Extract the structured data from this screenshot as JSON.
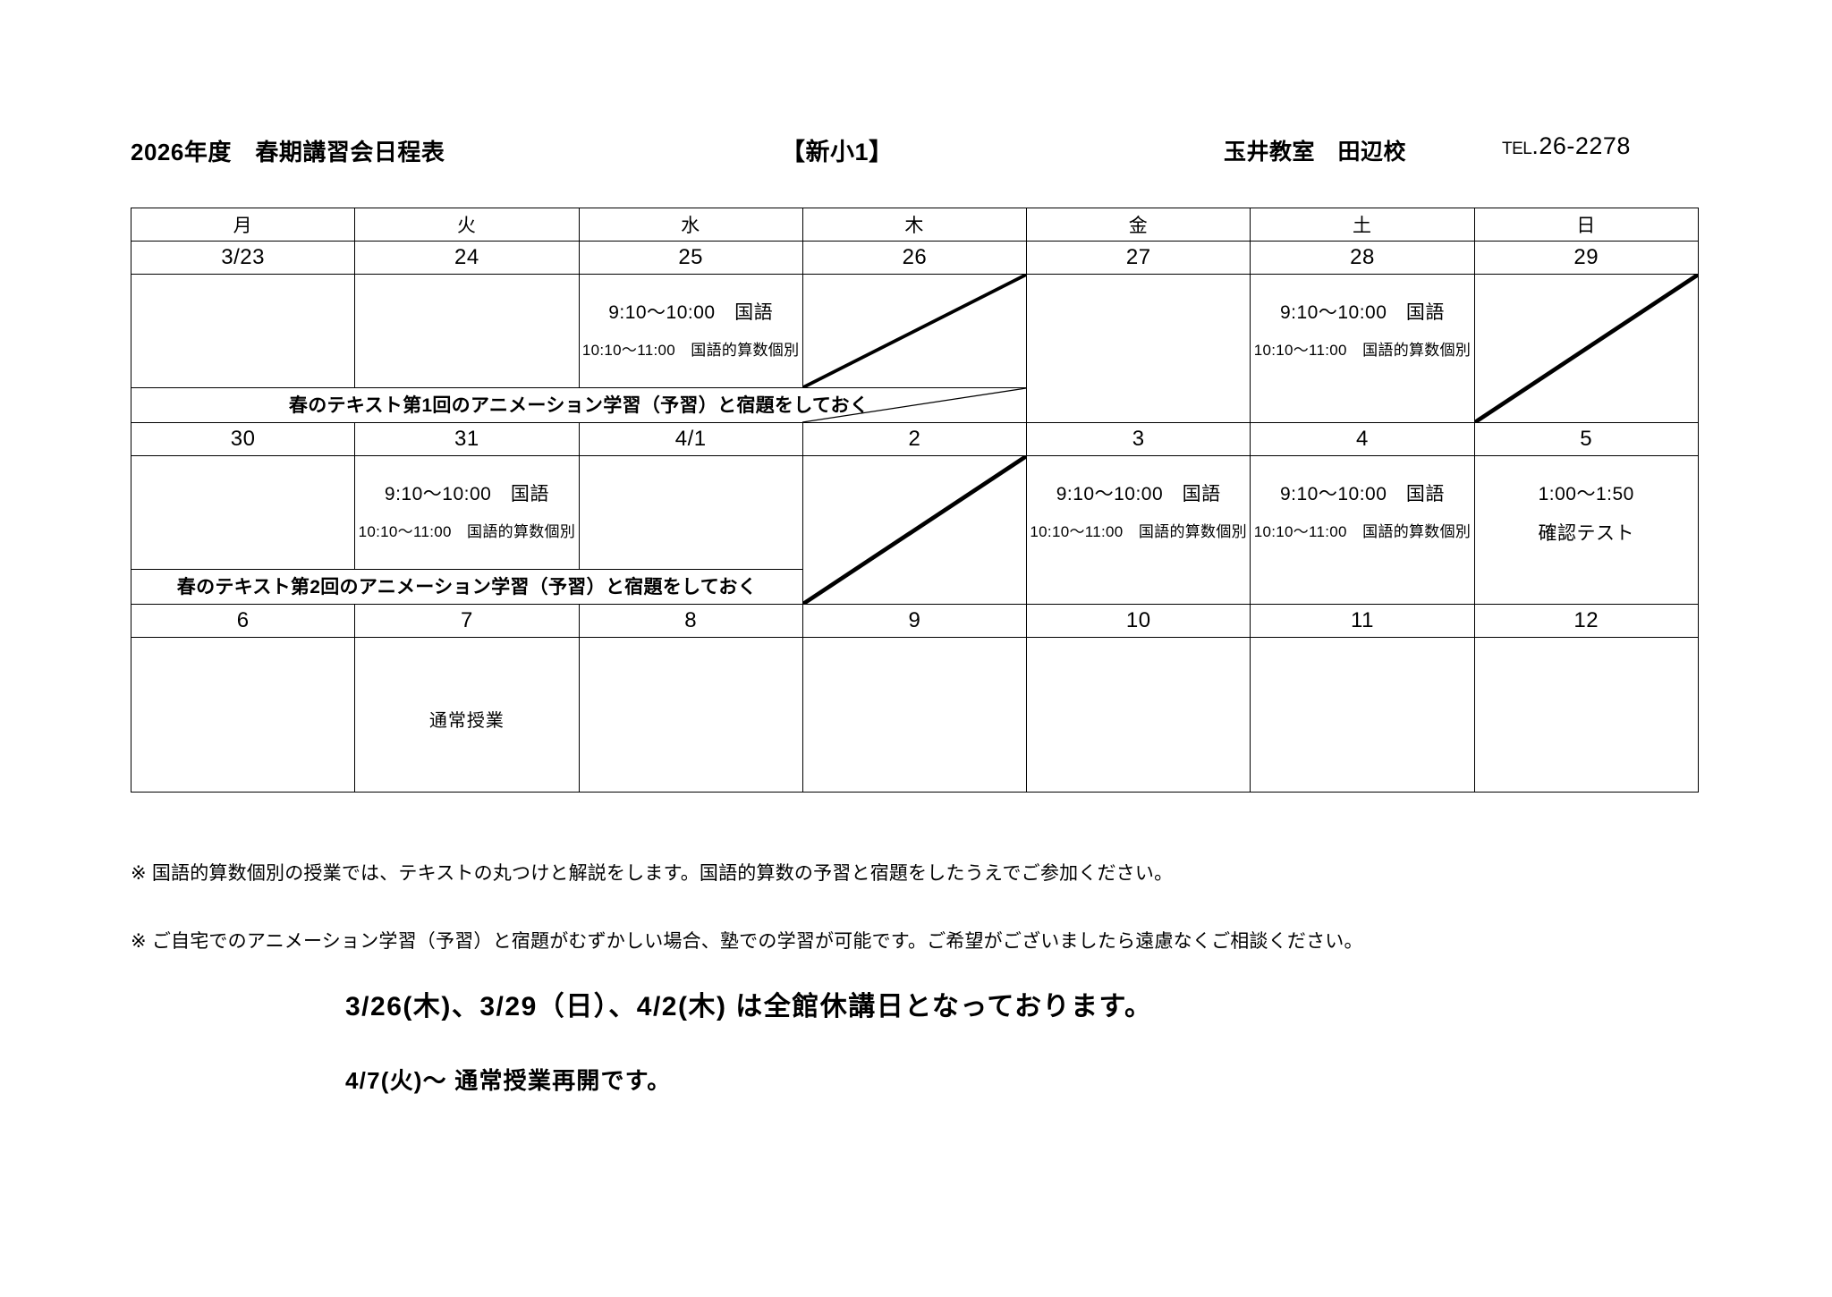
{
  "header": {
    "title": "2026年度　春期講習会日程表",
    "grade": "【新小1】",
    "school": "玉井教室　田辺校",
    "tel_prefix": "TEL",
    "tel_number": ".26-2278"
  },
  "table": {
    "weekdays": [
      "月",
      "火",
      "水",
      "木",
      "金",
      "土",
      "日"
    ],
    "weeks": [
      {
        "dates": [
          "3/23",
          "24",
          "25",
          "26",
          "27",
          "28",
          "29"
        ],
        "cells": [
          {
            "type": "empty"
          },
          {
            "type": "empty"
          },
          {
            "type": "class",
            "line1": "9:10〜10:00　国語",
            "line2": "10:10〜11:00　国語的算数個別"
          },
          {
            "type": "closed"
          },
          {
            "type": "empty"
          },
          {
            "type": "class",
            "line1": "9:10〜10:00　国語",
            "line2": "10:10〜11:00　国語的算数個別"
          },
          {
            "type": "closed"
          }
        ],
        "banner": {
          "text": "春のテキスト第1回のアニメーション学習（予習）と宿題をしておく",
          "span": 4
        }
      },
      {
        "dates": [
          "30",
          "31",
          "4/1",
          "2",
          "3",
          "4",
          "5"
        ],
        "cells": [
          {
            "type": "empty"
          },
          {
            "type": "class",
            "line1": "9:10〜10:00　国語",
            "line2": "10:10〜11:00　国語的算数個別"
          },
          {
            "type": "empty"
          },
          {
            "type": "closed"
          },
          {
            "type": "class",
            "line1": "9:10〜10:00　国語",
            "line2": "10:10〜11:00　国語的算数個別"
          },
          {
            "type": "class",
            "line1": "9:10〜10:00　国語",
            "line2": "10:10〜11:00　国語的算数個別"
          },
          {
            "type": "test",
            "line1": "1:00〜1:50",
            "line2": "確認テスト"
          }
        ],
        "banner": {
          "text": "春のテキスト第2回のアニメーション学習（予習）と宿題をしておく",
          "span": 3
        }
      },
      {
        "dates": [
          "6",
          "7",
          "8",
          "9",
          "10",
          "11",
          "12"
        ],
        "cells": [
          {
            "type": "empty"
          },
          {
            "type": "plain",
            "line1": "通常授業"
          },
          {
            "type": "empty"
          },
          {
            "type": "empty"
          },
          {
            "type": "empty"
          },
          {
            "type": "empty"
          },
          {
            "type": "empty"
          }
        ],
        "banner": null
      }
    ]
  },
  "notes": [
    "※ 国語的算数個別の授業では、テキストの丸つけと解説をします。国語的算数の予習と宿題をしたうえでご参加ください。",
    "※ ご自宅でのアニメーション学習（予習）と宿題がむずかしい場合、塾での学習が可能です。ご希望がございましたら遠慮なくご相談ください。"
  ],
  "announcements": {
    "closure": "3/26(木)、3/29（日）、4/2(木) は全館休講日となっております。",
    "resume": "4/7(火)〜 通常授業再開です。"
  }
}
